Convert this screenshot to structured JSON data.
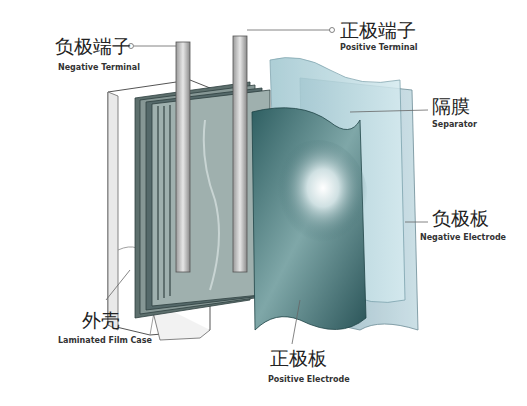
{
  "diagram": {
    "labels": [
      "负极端子",
      "Negative Terminal",
      "正极端子",
      "Positive Terminal",
      "隔膜",
      "Separator",
      "负极板",
      "Negative Electrode",
      "外壳",
      "Laminated Film Case",
      "正极板",
      "Positive Electrode"
    ]
  }
}
